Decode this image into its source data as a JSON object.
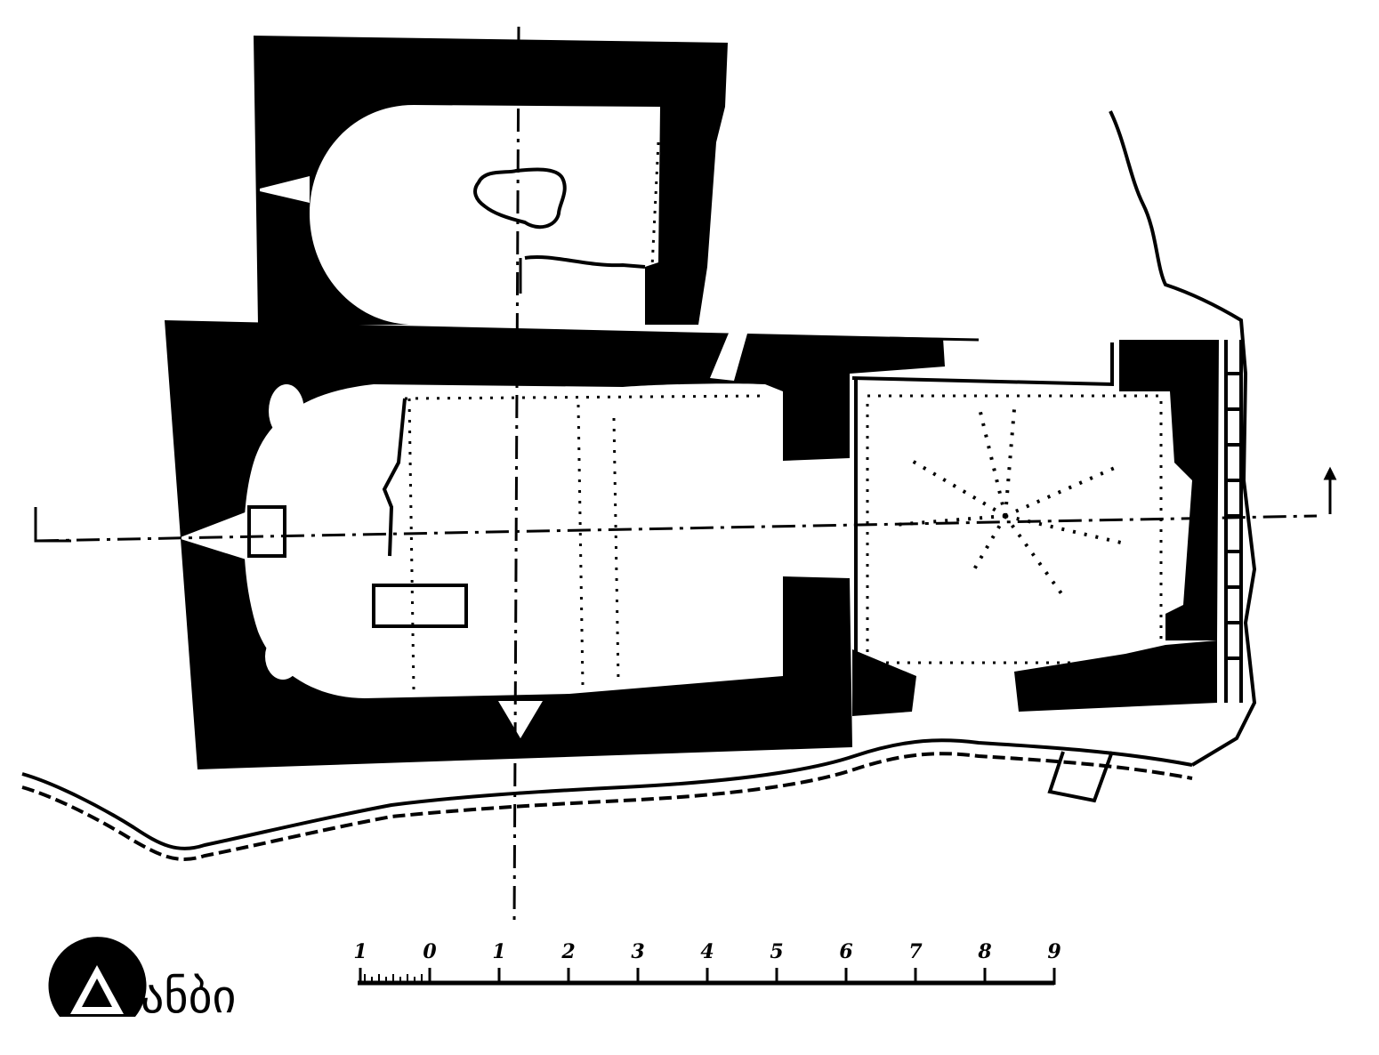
{
  "scale_bar": {
    "labels": [
      "1",
      "0",
      "1",
      "2",
      "3",
      "4",
      "5",
      "6",
      "7",
      "8",
      "9"
    ]
  },
  "logo": {
    "text": "ანბი"
  },
  "colors": {
    "ink": "#000000",
    "paper": "#ffffff"
  }
}
